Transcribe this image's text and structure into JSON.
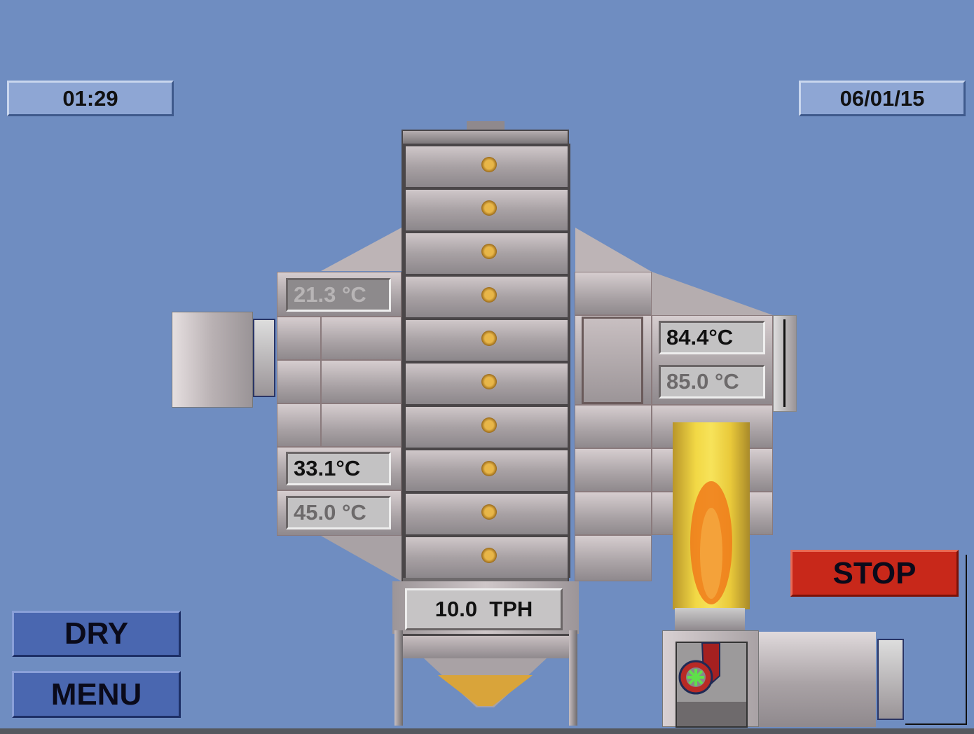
{
  "header": {
    "time": "01:29",
    "date": "06/01/15"
  },
  "temperatures": {
    "left_top": "21.3 °C",
    "left_actual": "33.1°C",
    "left_setpoint": "45.0 °C",
    "right_actual": "84.4°C",
    "right_setpoint": "85.0 °C"
  },
  "throughput": "10.0  TPH",
  "buttons": {
    "stop": "STOP",
    "dry": "DRY",
    "menu": "MENU"
  },
  "colors": {
    "background": "#6f8dc1",
    "stop": "#c8281a",
    "nav_button": "#4a67b0"
  }
}
